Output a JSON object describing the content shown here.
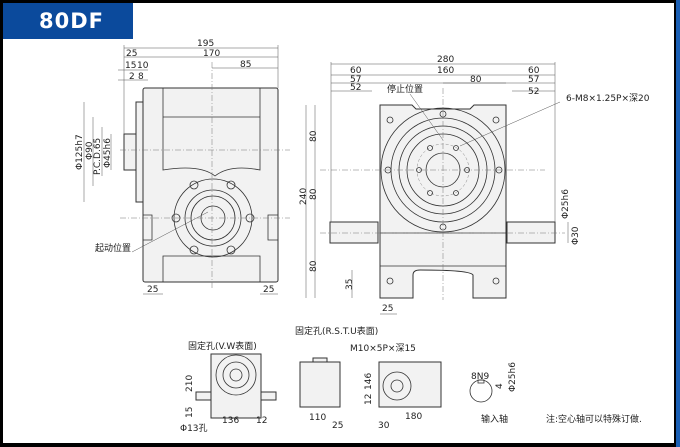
{
  "title": "80DF",
  "side_view": {
    "dims_top": [
      "195",
      "170",
      "85",
      "25",
      "15",
      "10",
      "2",
      "8"
    ],
    "dims_left": [
      "Φ125h7",
      "Φ90",
      "P.C.D.65",
      "Φ45h6"
    ],
    "dims_bottom": [
      "25",
      "25"
    ],
    "start_position_label": "起动位置"
  },
  "front_view": {
    "dims_top": [
      "280",
      "60",
      "160",
      "60",
      "57",
      "80",
      "57",
      "52",
      "52"
    ],
    "stop_position_label": "停止位置",
    "tap_callout": "6-M8×1.25P×深20",
    "dims_left": [
      "80",
      "240",
      "80",
      "80",
      "35"
    ],
    "dims_right": [
      "Φ25h6",
      "Φ30"
    ],
    "dim_bottom": "25"
  },
  "bottom_views": {
    "vw_label": "固定孔(V.W表面)",
    "vw_dims": [
      "210",
      "15",
      "136",
      "12"
    ],
    "hole_label": "Φ13孔",
    "rstu_label": "固定孔(R.S.T.U表面)",
    "rstu_callout": "M10×5P×深15",
    "rstu_dims": [
      "110",
      "25",
      "146",
      "12",
      "180",
      "30"
    ],
    "shaft_dims": [
      "8N9",
      "4",
      "Φ25h6"
    ],
    "shaft_label": "输入轴",
    "note": "注:空心轴可以特殊订做."
  }
}
